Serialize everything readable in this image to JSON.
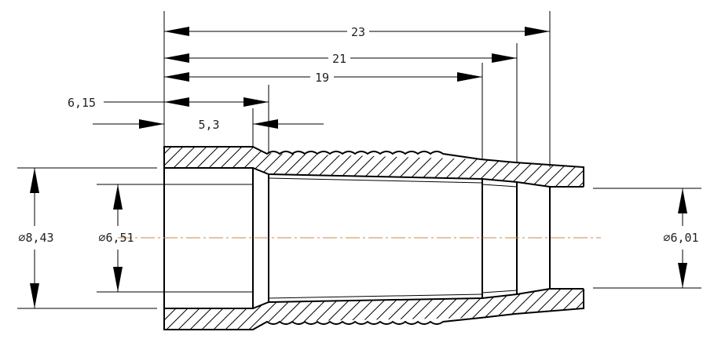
{
  "drawing": {
    "dimensions": {
      "overall_length": "23",
      "length_21": "21",
      "length_19": "19",
      "length_6_15": "6,15",
      "length_5_3": "5,3",
      "outer_diameter": "⌀8,43",
      "inner_diameter": "⌀6,51",
      "end_bore_diameter": "⌀6,01"
    }
  }
}
